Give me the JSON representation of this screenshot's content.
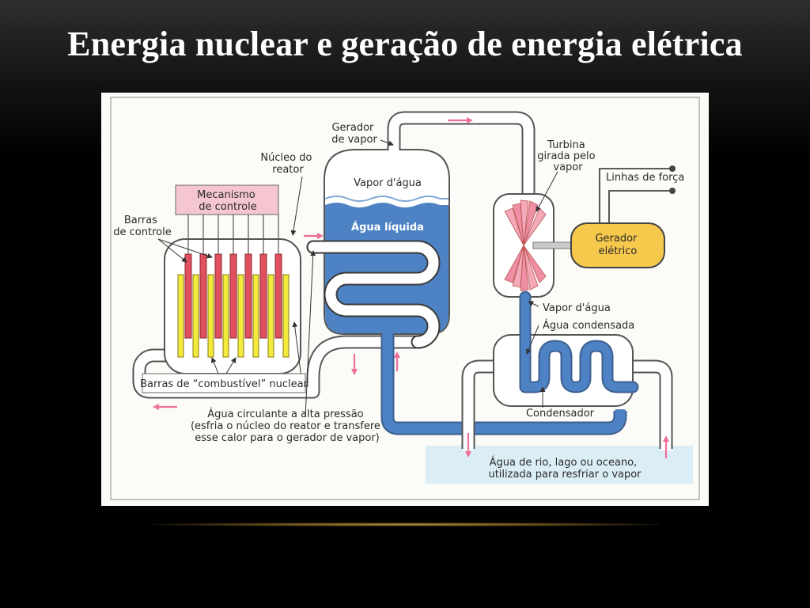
{
  "slide": {
    "title": "Energia nuclear e geração de energia elétrica"
  },
  "diagram": {
    "labels": {
      "gerador_vapor": [
        "Gerador",
        "de vapor"
      ],
      "nucleo_reator": [
        "Núcleo do",
        "reator"
      ],
      "mecanismo": [
        "Mecanismo",
        "de controle"
      ],
      "barras_controle": [
        "Barras",
        "de controle"
      ],
      "vapor_agua_top": "Vapor d'água",
      "agua_liquida": "Água líquida",
      "turbina": [
        "Turbina",
        "girada pelo",
        "vapor"
      ],
      "linhas_forca": "Linhas de força",
      "gerador_eletrico": [
        "Gerador",
        "elétrico"
      ],
      "vapor_agua_cond": "Vapor d'água",
      "agua_condensada": "Água condensada",
      "condensador": "Condensador",
      "barras_combustivel": "Barras de “combustível” nuclear",
      "agua_circulante": [
        "Água circulante a alta pressão",
        "(esfria o núcleo do reator e transfere",
        "esse calor para o gerador de vapor)"
      ],
      "agua_rio": [
        "Água de rio, lago ou oceano,",
        "utilizada para resfriar o vapor"
      ]
    },
    "colors": {
      "water": "#4d82c4",
      "pipe_fill": "#ffffff",
      "pipe_stroke": "#555555",
      "control_rod": "#e0505e",
      "fuel_rod": "#f2ea3c",
      "mechanism": "#f5c6d0",
      "generator": "#f6c84c",
      "arrow": "#ef6f9a",
      "cooling_water": "#dbeef6"
    }
  }
}
